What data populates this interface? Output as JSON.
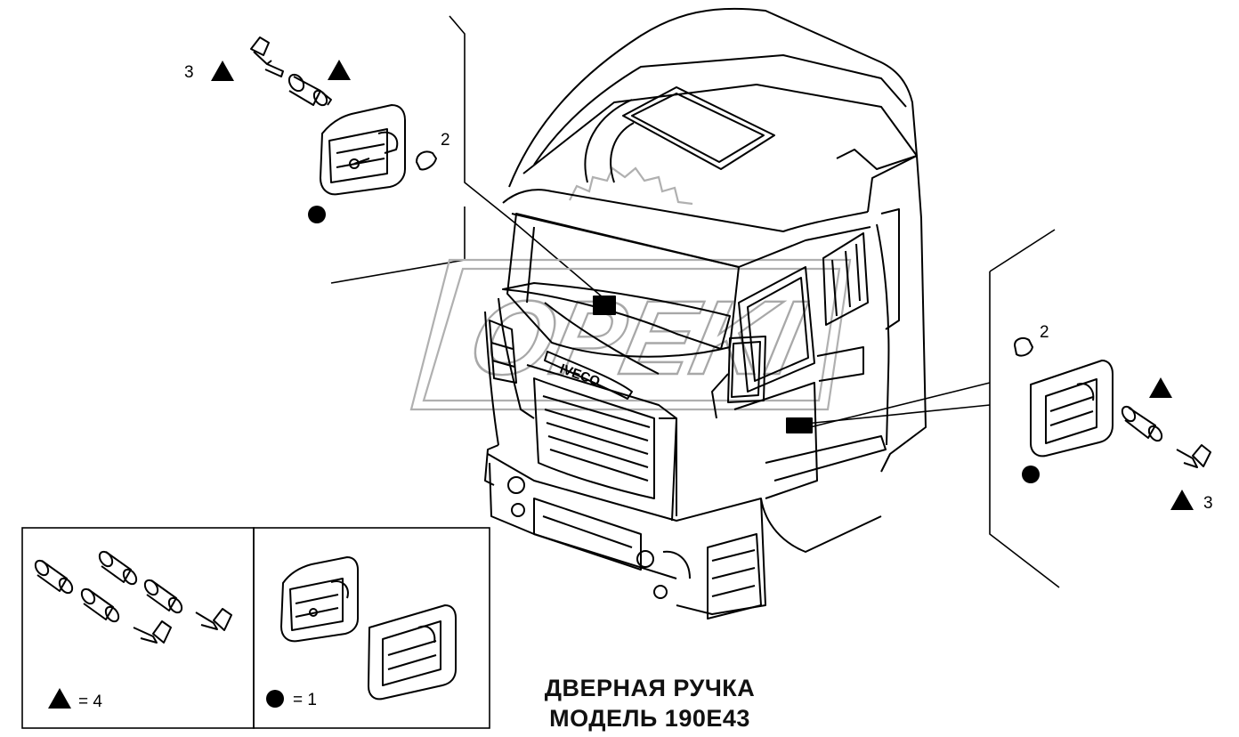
{
  "callouts": {
    "upper_left_key_set": "3",
    "upper_left_cap": "2",
    "right_cap": "2",
    "right_key_set": "3"
  },
  "legend": {
    "triangle_equals": "= 4",
    "circle_equals": "= 1"
  },
  "logo": {
    "grille_badge": "IVECO",
    "watermark": "OPEKI"
  },
  "caption": {
    "line1": "ДВЕРНАЯ РУЧКА",
    "line2": "МОДЕЛЬ 190E43"
  },
  "colors": {
    "ink": "#000000",
    "watermark": "#b0b0b0",
    "background": "#ffffff"
  }
}
